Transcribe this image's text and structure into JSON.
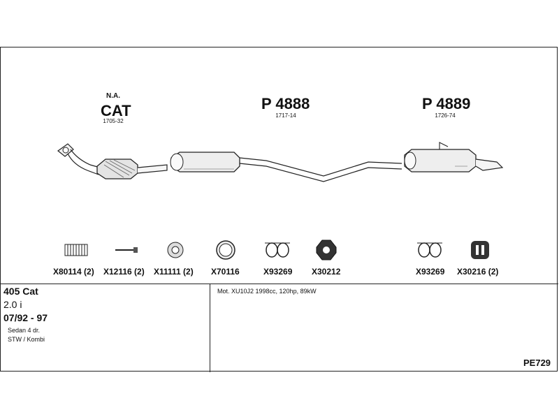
{
  "parts": {
    "cat": {
      "note": "N.A.",
      "label": "CAT",
      "code": "1705-32"
    },
    "p4888": {
      "label": "P 4888",
      "code": "1717-14"
    },
    "p4889": {
      "label": "P 4889",
      "code": "1726-74"
    }
  },
  "accessories": [
    {
      "label": "X80114 (2)",
      "icon": "spring-icon"
    },
    {
      "label": "X12116 (2)",
      "icon": "bolt-icon"
    },
    {
      "label": "X11111 (2)",
      "icon": "gasket-ring-icon"
    },
    {
      "label": "X70116",
      "icon": "seal-ring-icon"
    },
    {
      "label": "X93269",
      "icon": "clamp-icon"
    },
    {
      "label": "X30212",
      "icon": "rubber-mount-icon"
    },
    {
      "label": "X93269",
      "icon": "clamp-icon"
    },
    {
      "label": "X30216 (2)",
      "icon": "hanger-icon"
    }
  ],
  "vehicle": {
    "model": "405 Cat",
    "engine": "2.0 i",
    "years": "07/92 - 97",
    "body1": "Sedan 4 dr.",
    "body2": "STW / Kombi"
  },
  "motor_info": "Mot. XU10J2 1998cc, 120hp, 89kW",
  "diagram_code": "PE729"
}
